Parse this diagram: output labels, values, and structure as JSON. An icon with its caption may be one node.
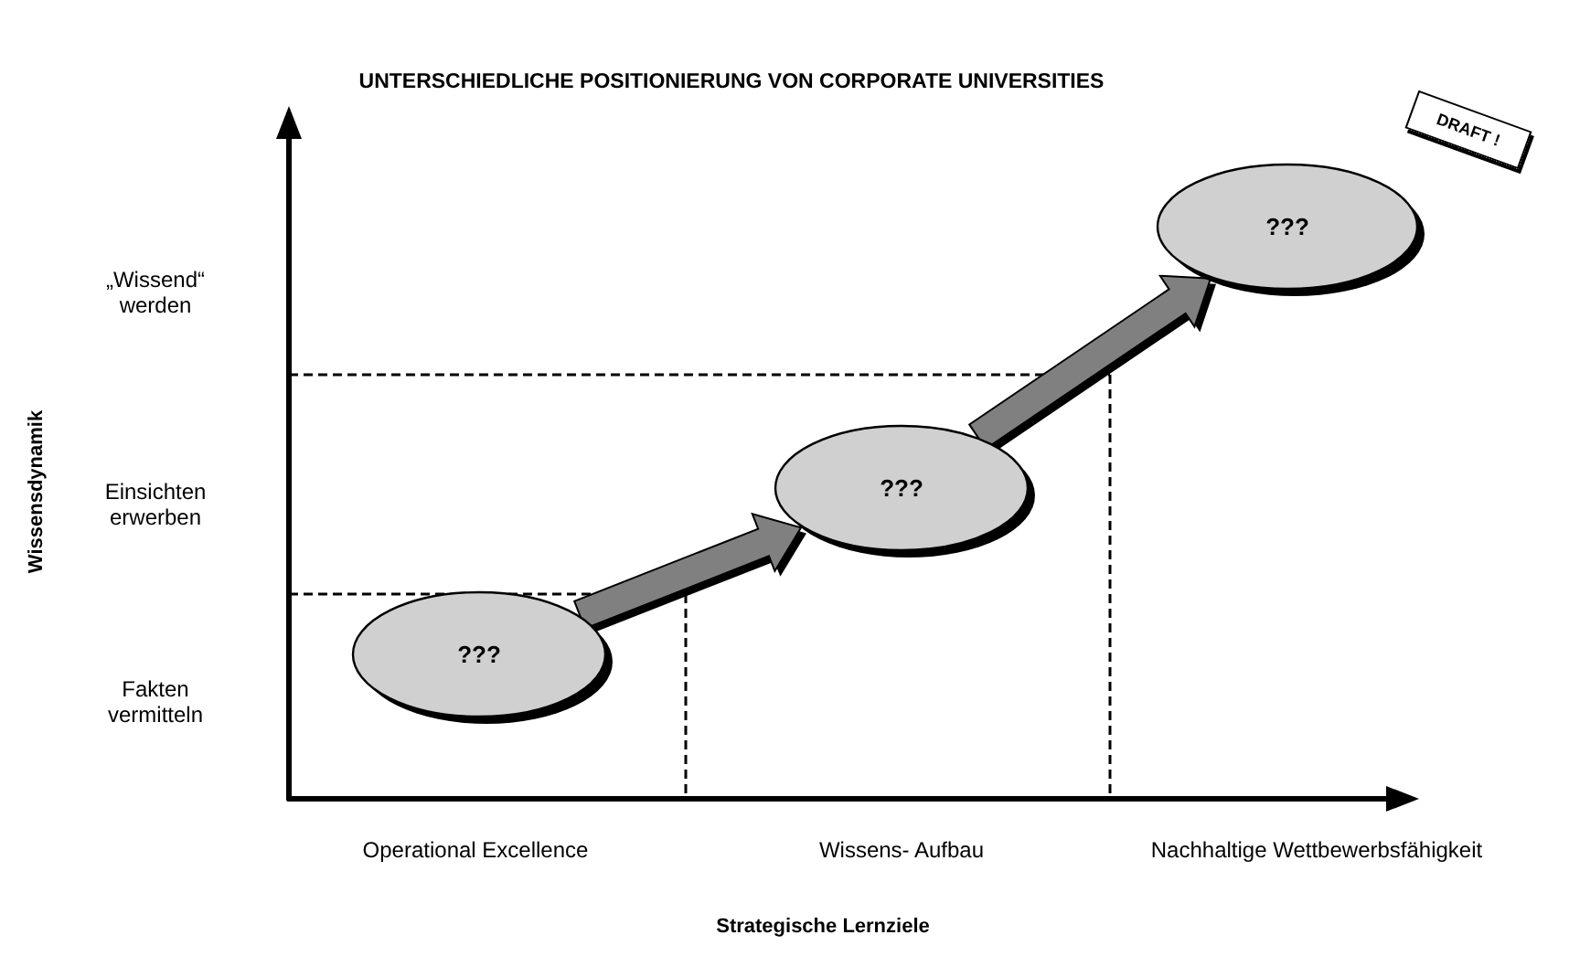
{
  "diagram": {
    "title": "UNTERSCHIEDLICHE POSITIONIERUNG VON CORPORATE UNIVERSITIES",
    "nodes": [
      {
        "text": [
          "???"
        ]
      },
      {
        "text": [
          "???"
        ]
      },
      {
        "text": [
          "???"
        ]
      }
    ],
    "edges": [
      {
        "from": 0,
        "to": 1,
        "arrow": "to",
        "style": "thick",
        "color": "#808080"
      },
      {
        "from": 1,
        "to": 2,
        "arrow": "to",
        "style": "thick",
        "color": "#808080"
      }
    ],
    "labels": [
      "DRAFT !",
      "„Wissend“ werden",
      "Einsichten erwerben",
      "Fakten vermitteln",
      "Wissensdynamik",
      "Operational Excellence",
      "Wissens- Aufbau",
      "Nachhaltige Wettbewerbsfähigkeit",
      "Strategische Lernziele"
    ]
  }
}
